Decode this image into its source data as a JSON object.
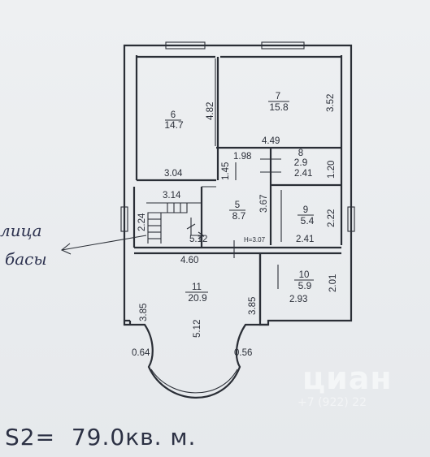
{
  "rooms": [
    {
      "num": "6",
      "area": "14.7"
    },
    {
      "num": "7",
      "area": "15.8"
    },
    {
      "num": "8",
      "area": "2.9"
    },
    {
      "num": "5",
      "area": "8.7"
    },
    {
      "num": "9",
      "area": "5.4"
    },
    {
      "num": "10",
      "area": "5.9"
    },
    {
      "num": "11",
      "area": "20.9"
    }
  ],
  "dims": {
    "r6_height": "4.82",
    "r6_width": "3.04",
    "r7_height": "3.52",
    "r7_width": "4.49",
    "r8_width_top": "1.98",
    "r8_height": "1.20",
    "r8_width": "2.41",
    "corr_145": "1.45",
    "stair_width": "3.14",
    "stair_height": "2.24",
    "r5_height": "3.67",
    "r5_width": "5.12",
    "ceiling_h": "H=3.07",
    "r9_height": "2.22",
    "r9_width": "2.41",
    "r11_top_width": "4.60",
    "r10_height": "2.01",
    "r10_width": "2.93",
    "r11_left_height": "3.85",
    "r11_right_height": "3.85",
    "r11_depth": "5.12",
    "bay_left": "0.64",
    "bay_right": "0.56"
  },
  "note": {
    "line1": "лица",
    "line2": "басы"
  },
  "total_area": "S2=  79.0кв. м.",
  "watermark": {
    "brand": "циан",
    "phone": "+7 (922) 22"
  }
}
